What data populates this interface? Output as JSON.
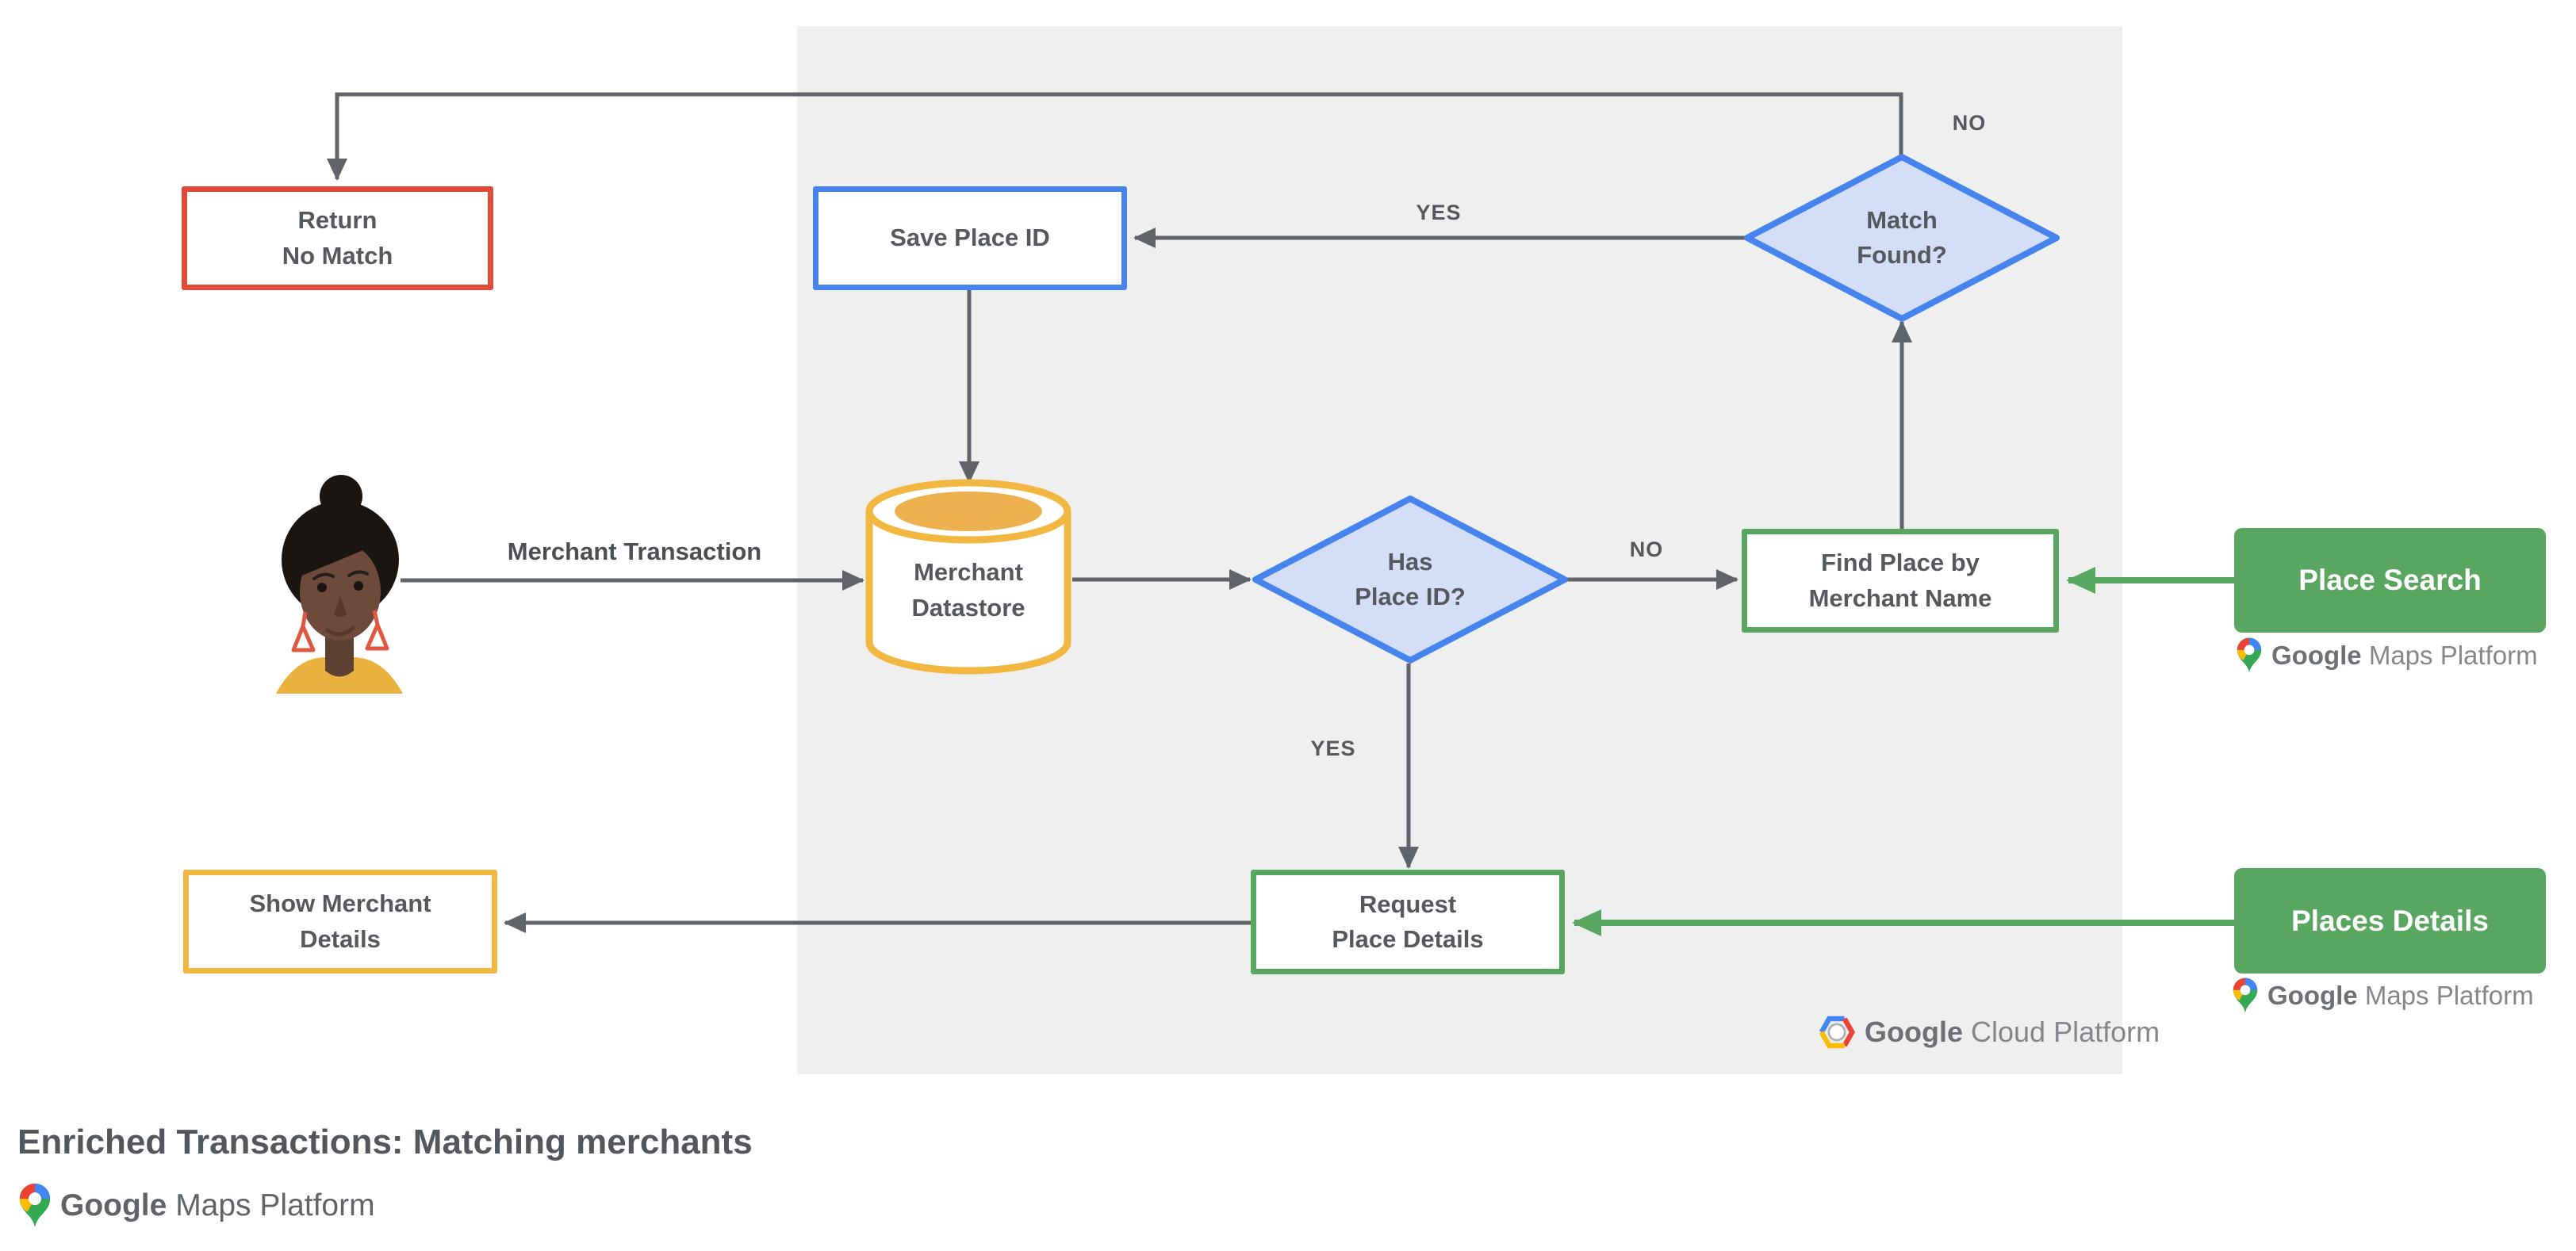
{
  "diagram": {
    "nodes": {
      "return_no_match": {
        "line1": "Return",
        "line2": "No Match"
      },
      "save_place_id": {
        "line1": "Save Place ID"
      },
      "match_found": {
        "line1": "Match",
        "line2": "Found?"
      },
      "merchant_datastore": {
        "line1": "Merchant",
        "line2": "Datastore"
      },
      "has_place_id": {
        "line1": "Has",
        "line2": "Place ID?"
      },
      "find_place": {
        "line1": "Find Place by",
        "line2": "Merchant Name"
      },
      "place_search": {
        "line1": "Place Search"
      },
      "request_place_details": {
        "line1": "Request",
        "line2": "Place Details"
      },
      "places_details": {
        "line1": "Places Details"
      },
      "show_merchant_details": {
        "line1": "Show Merchant",
        "line2": "Details"
      }
    },
    "edge_labels": {
      "no_top": "NO",
      "yes_top": "YES",
      "no_right": "NO",
      "yes_down": "YES",
      "merchant_transaction": "Merchant Transaction"
    }
  },
  "logos": {
    "gcp": {
      "google": "Google",
      "rest": "Cloud Platform"
    },
    "gmp": {
      "google": "Google",
      "rest": "Maps Platform"
    }
  },
  "footer": {
    "title": "Enriched Transactions: Matching merchants"
  },
  "colors": {
    "blue": "#4683ec",
    "blue_light": "#d4def7",
    "red": "#e04b37",
    "yellow": "#f2b741",
    "gold_fill": "#ecb04e",
    "green": "#58a660",
    "gray_arrow": "#606368",
    "panel_bg": "#efeff0",
    "node_text": "#55595e"
  }
}
